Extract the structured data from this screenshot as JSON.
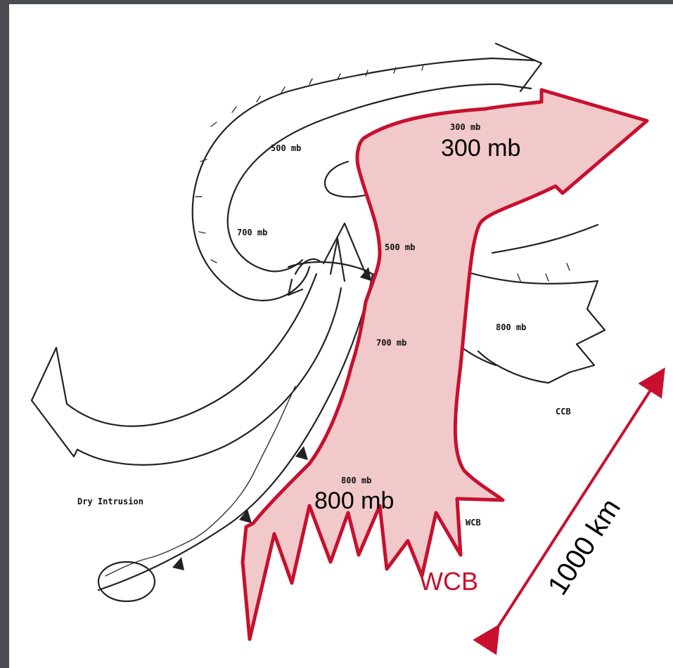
{
  "labels": {
    "upper_500": "500 mb",
    "left_700": "700 mb",
    "center_500": "500 mb",
    "center_700": "700 mb",
    "right_800": "800 mb",
    "ccb_small": "CCB",
    "top_300_small": "300 mb",
    "top_300_large": "300 mb",
    "low_800_small": "800 mb",
    "low_800_large": "800 mb",
    "dry_intrusion": "Dry Intrusion",
    "wcb_small": "WCB",
    "wcb_large": "WCB",
    "scale": "1000 km"
  },
  "colors": {
    "wcb_fill": "#f1c9cb",
    "wcb_stroke": "#c8102e",
    "scale_arrow": "#c8102e",
    "frame": "#4a4d52"
  }
}
